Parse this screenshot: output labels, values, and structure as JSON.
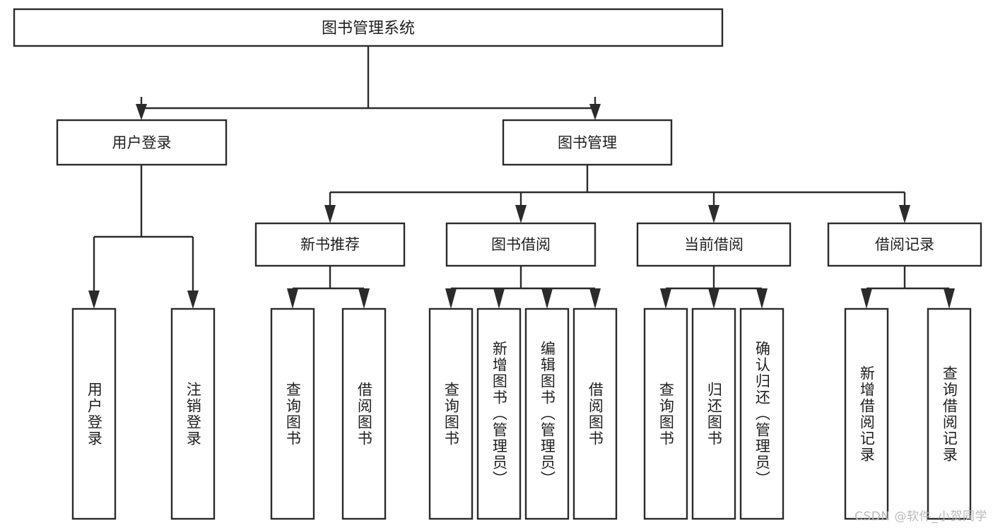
{
  "diagram": {
    "type": "tree-hierarchy",
    "orientation": "top-down",
    "watermark": "CSDN @软件_小贺同学",
    "colors": {
      "box_stroke": "#2b2b2b",
      "box_fill": "#ffffff",
      "edge": "#2b2b2b",
      "text": "#1f1f1f",
      "watermark": "#b9b9b9",
      "background": "#ffffff"
    },
    "root": {
      "id": "root",
      "label": "图书管理系统"
    },
    "level1": [
      {
        "id": "l1-0",
        "label": "用户登录"
      },
      {
        "id": "l1-1",
        "label": "图书管理"
      }
    ],
    "level2": [
      {
        "id": "l2-0",
        "label": "新书推荐",
        "parent": "l1-1"
      },
      {
        "id": "l2-1",
        "label": "图书借阅",
        "parent": "l1-1"
      },
      {
        "id": "l2-2",
        "label": "当前借阅",
        "parent": "l1-1"
      },
      {
        "id": "l2-3",
        "label": "借阅记录",
        "parent": "l1-1"
      }
    ],
    "leaves": [
      {
        "id": "lf-0",
        "label": "用户登录",
        "parent": "l1-0"
      },
      {
        "id": "lf-1",
        "label": "注销登录",
        "parent": "l1-0"
      },
      {
        "id": "lf-2",
        "label": "查询图书",
        "parent": "l2-0"
      },
      {
        "id": "lf-3",
        "label": "借阅图书",
        "parent": "l2-0"
      },
      {
        "id": "lf-4",
        "label": "查询图书",
        "parent": "l2-1"
      },
      {
        "id": "lf-5",
        "label": "新增图书（管理员）",
        "parent": "l2-1"
      },
      {
        "id": "lf-6",
        "label": "编辑图书（管理员）",
        "parent": "l2-1"
      },
      {
        "id": "lf-7",
        "label": "借阅图书",
        "parent": "l2-1"
      },
      {
        "id": "lf-8",
        "label": "查询图书",
        "parent": "l2-2"
      },
      {
        "id": "lf-9",
        "label": "归还图书",
        "parent": "l2-2"
      },
      {
        "id": "lf-10",
        "label": "确认归还（管理员）",
        "parent": "l2-2"
      },
      {
        "id": "lf-11",
        "label": "新增借阅记录",
        "parent": "l2-3"
      },
      {
        "id": "lf-12",
        "label": "查询借阅记录",
        "parent": "l2-3"
      }
    ]
  }
}
